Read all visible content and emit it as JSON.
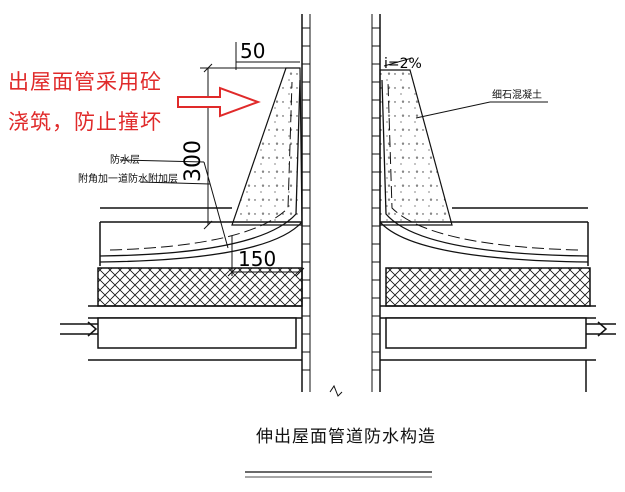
{
  "callout": {
    "line1": "出屋面管采用砼",
    "line2": "浇筑，防止撞坏",
    "color": "#e02a2a"
  },
  "labels": {
    "waterproof_layer": "防水层",
    "corner_reinforcement": "附角加一道防水附加层",
    "fine_stone_concrete": "细石混凝土",
    "slope": "i=2%"
  },
  "dimensions": {
    "top_width": "50",
    "height": "300",
    "bottom_extent": "150"
  },
  "title": "伸出屋面管道防水构造",
  "colors": {
    "line": "#111111",
    "arrow_fill": "#ffffff",
    "arrow_stroke": "#e02a2a"
  }
}
